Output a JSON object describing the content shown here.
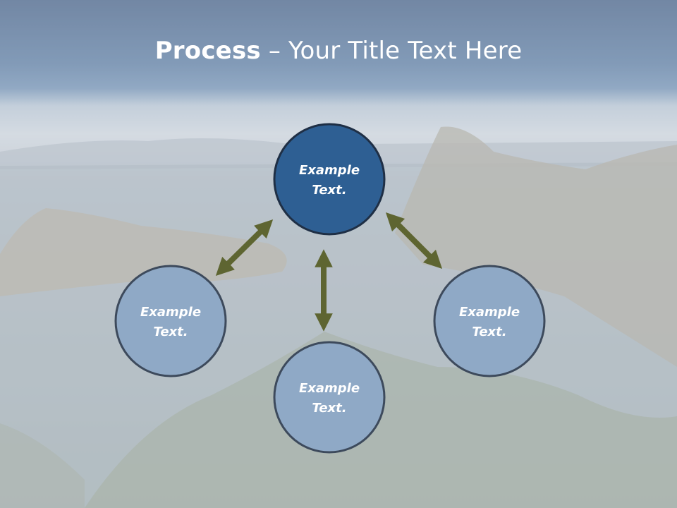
{
  "title": {
    "bold": "Process",
    "rest": " – Your Title Text Here"
  },
  "nodes": [
    {
      "id": "top",
      "line1": "Example",
      "line2": "Text."
    },
    {
      "id": "left",
      "line1": "Example",
      "line2": "Text."
    },
    {
      "id": "bottom",
      "line1": "Example",
      "line2": "Text."
    },
    {
      "id": "right",
      "line1": "Example",
      "line2": "Text."
    }
  ],
  "colors": {
    "node_primary": "#2e5f93",
    "node_secondary": "#8fa9c6",
    "node_border": "#3d4a5c",
    "arrow": "#5e6531"
  }
}
